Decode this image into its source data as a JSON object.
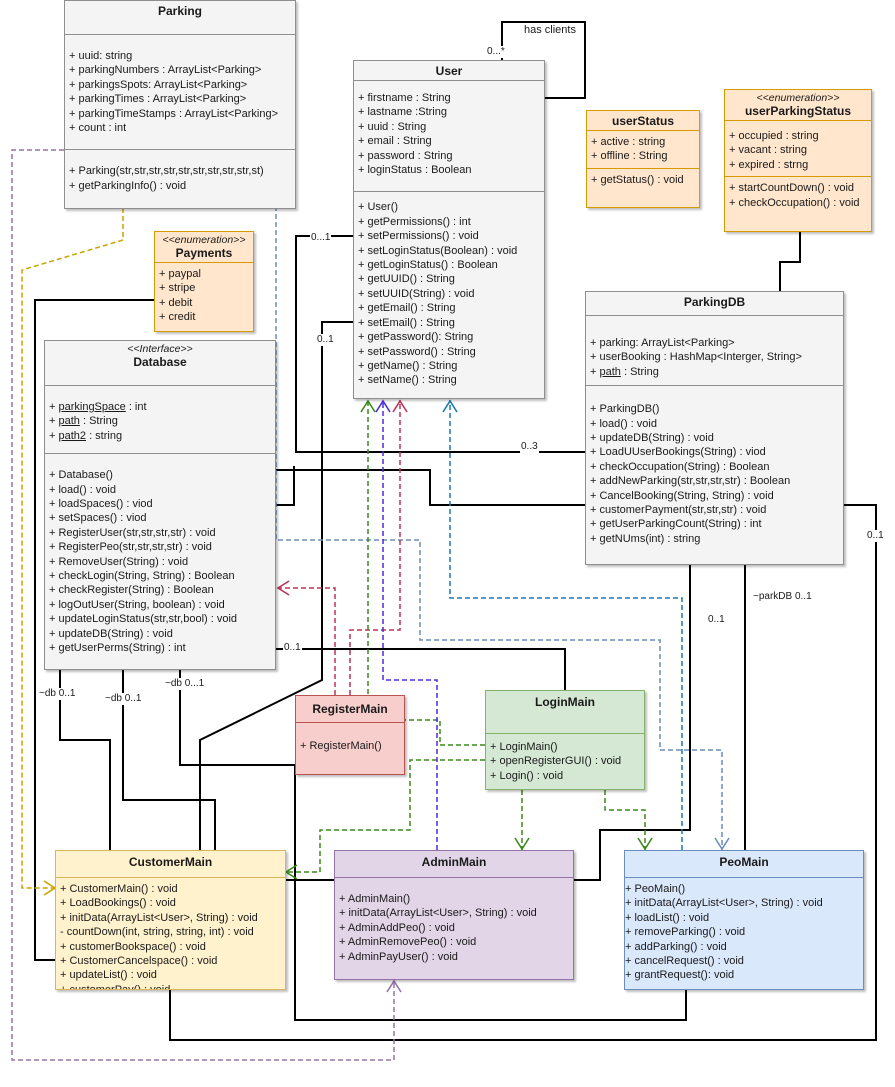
{
  "classes": {
    "parking": {
      "title": "Parking",
      "attributes": [
        "+ uuid: string",
        "+ parkingNumbers : ArrayList<Parking>",
        "+ parkingsSpots: ArrayList<Parking>",
        "+ parkingTimes : ArrayList<Parking>",
        "+ parkingTimeStamps : ArrayList<Parking>",
        "+ count : int"
      ],
      "methods": [
        "+ Parking(str,str,str,str,str,str,str,str,str,st)",
        "+ getParkingInfo() : void"
      ]
    },
    "user": {
      "title": "User",
      "attributes": [
        "+ firstname : String",
        "+ lastname :String",
        "+ uuid : String",
        "+ email : String",
        "+ password : String",
        "+ loginStatus : Boolean"
      ],
      "methods": [
        "+ User()",
        "+ getPermissions() : int",
        "+ setPermissions() : void",
        "+ setLoginStatus(Boolean) : void",
        "+ getLoginStatus() : Boolean",
        "+ getUUID() : String",
        "+ setUUID(String) : void",
        "+ getEmail() : String",
        "+ setEmail() : String",
        "+ getPassword(): String",
        "+ setPassword() : String",
        "+ getName() : String",
        "+ setName() : String"
      ]
    },
    "userStatus": {
      "title": "userStatus",
      "attributes": [
        "+ active : string",
        "+ offline : String"
      ],
      "methods": [
        "+ getStatus() : void"
      ]
    },
    "userParkingStatus": {
      "stereotype": "<<enumeration>>",
      "title": "userParkingStatus",
      "attributes": [
        "+ occupied : string",
        "+ vacant : string",
        "+ expired : strng"
      ],
      "methods": [
        "+ startCountDown() : void",
        "+ checkOccupation() : void"
      ]
    },
    "payments": {
      "stereotype": "<<enumeration>>",
      "title": "Payments",
      "attributes": [
        "+ paypal",
        "+ stripe",
        "+ debit",
        "+ credit"
      ]
    },
    "database": {
      "stereotype": "<<Interface>>",
      "title": "Database",
      "attributes": [
        {
          "pre": "+ ",
          "u": "parkingSpace",
          "post": " : int"
        },
        {
          "pre": "+ ",
          "u": "path",
          "post": " : String"
        },
        {
          "pre": "+ ",
          "u": "path2",
          "post": " : string"
        }
      ],
      "methods": [
        "+ Database()",
        "+ load() : void",
        "+ loadSpaces() : viod",
        "+ setSpaces() : viod",
        "+ RegisterUser(str,str,str,str) : void",
        "+ RegisterPeo(str,str,str,str) : void",
        "+ RemoveUser(String) : void",
        "+ checkLogin(String, String) : Boolean",
        "+ checkRegister(String) : Boolean",
        "+ logOutUser(String, boolean) : void",
        "+ updateLoginStatus(str,str,bool) : void",
        "+ updateDB(String) : void",
        "+ getUserPerms(String) : int"
      ]
    },
    "parkingDB": {
      "title": "ParkingDB",
      "attributes": [
        {
          "pre": "+ parking: ArrayList<Parking>",
          "u": "",
          "post": ""
        },
        {
          "pre": "+ userBooking : HashMap<Interger, String>",
          "u": "",
          "post": ""
        },
        {
          "pre": "+ ",
          "u": "path",
          "post": " : String"
        }
      ],
      "methods": [
        "+ ParkingDB()",
        "+ load() : void",
        "+ updateDB(String) : void",
        "+ LoadUUserBookings(String) : viod",
        "+ checkOccupation(String) : Boolean",
        "+ addNewParking(str,str,str,str) : Boolean",
        "+ CancelBooking(String, String) : void",
        "+ customerPayment(str,str,str) : void",
        "+ getUserParkingCount(String) : int",
        "+ getNUms(int) : string"
      ]
    },
    "registerMain": {
      "title": "RegisterMain",
      "methods": [
        "+ RegisterMain()"
      ]
    },
    "loginMain": {
      "title": "LoginMain",
      "methods": [
        "+ LoginMain()",
        "+ openRegisterGUI() : void",
        "+ Login() : void"
      ]
    },
    "customerMain": {
      "title": "CustomerMain",
      "methods": [
        "+ CustomerMain() : void",
        "+ LoadBookings() : void",
        "+ initData(ArrayList<User>, String) : void",
        "- countDown(int, string, string, int) : void",
        "+ customerBookspace() : void",
        "+ CustomerCancelspace() : void",
        "+ updateList() : void",
        "+ customerPay() : void"
      ]
    },
    "adminMain": {
      "title": "AdminMain",
      "methods": [
        "+ AdminMain()",
        "+ initData(ArrayList<User>, String) : void",
        "+ AdminAddPeo() : void",
        "+ AdminRemovePeo() : void",
        "+ AdminPayUser() : void"
      ]
    },
    "peoMain": {
      "title": "PeoMain",
      "methods": [
        "+ PeoMain()",
        "+ initData(ArrayList<User>, String) : void",
        "+ loadList() : void",
        "+ removeParking() : void",
        "+ addParking() : void",
        "+ cancelRequest() : void",
        "+ grantRequest(): void"
      ]
    }
  },
  "labels": {
    "has_clients": "has clients",
    "mult_0_star": "0...*",
    "mult_user_left": "0...1",
    "mult_user_bottom": "0..1",
    "mult_parkingdb": "0..3",
    "mult_right": "0..1",
    "mult_db_a": "~db 0..1",
    "mult_db_b": "~db 0..1",
    "mult_db_c": "~db 0...1",
    "mult_getuserperms": "0..1",
    "mult_parkdb": "~parkDB 0..1",
    "mult_pdb_bottom": "0..1"
  },
  "colors": {
    "black": "#000000",
    "dashed_yellow": "#c8a400",
    "dashed_blue": "#6c8ebf",
    "dashed_red": "#c0305a",
    "dashed_green": "#3a8a1a",
    "dashed_purple": "#9673a6",
    "dashed_indigo": "#4b2bd8",
    "dashed_teal": "#1a7ab0"
  }
}
